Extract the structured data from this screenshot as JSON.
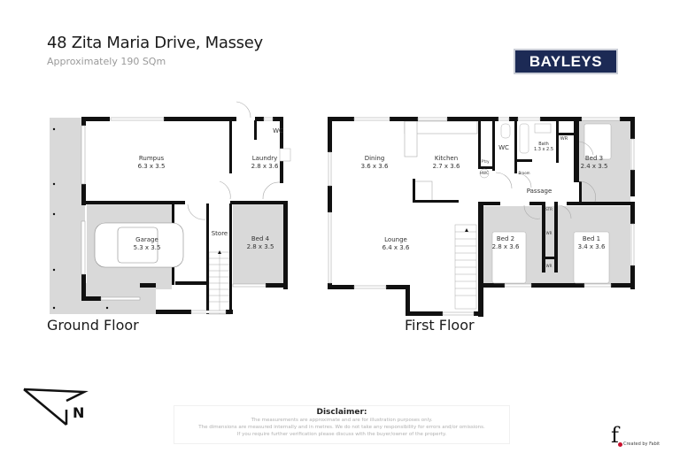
{
  "header": {
    "address": "48 Zita Maria Drive, Massey",
    "area": "Approximately 190 SQm"
  },
  "brand": {
    "logo_text": "BAYLEYS",
    "logo_bg": "#1c2a55"
  },
  "ground_floor": {
    "label": "Ground Floor",
    "rooms": [
      {
        "name": "Rumpus",
        "dims": "6.3 x 3.5"
      },
      {
        "name": "Laundry",
        "dims": "2.8 x 3.6"
      },
      {
        "name": "WC",
        "dims": ""
      },
      {
        "name": "Garage",
        "dims": "5.3 x 3.5"
      },
      {
        "name": "Store",
        "dims": ""
      },
      {
        "name": "Bed 4",
        "dims": "2.8 x 3.5"
      }
    ]
  },
  "first_floor": {
    "label": "First Floor",
    "rooms": [
      {
        "name": "Dining",
        "dims": "3.6 x 3.6"
      },
      {
        "name": "Kitchen",
        "dims": "2.7 x 3.6"
      },
      {
        "name": "Lounge",
        "dims": "6.4 x 3.6"
      },
      {
        "name": "WC",
        "dims": ""
      },
      {
        "name": "Bath",
        "dims": "1.3 x 2.5"
      },
      {
        "name": "Bed 3",
        "dims": "2.4 x 3.5"
      },
      {
        "name": "Passage",
        "dims": ""
      },
      {
        "name": "Bed 2",
        "dims": "2.8 x 3.6"
      },
      {
        "name": "Bed 1",
        "dims": "3.4 x 3.6"
      },
      {
        "name": "WR",
        "dims": ""
      },
      {
        "name": "STR",
        "dims": ""
      },
      {
        "name": "Broom",
        "dims": ""
      },
      {
        "name": "P'try",
        "dims": ""
      },
      {
        "name": "HWC",
        "dims": ""
      }
    ]
  },
  "disclaimer": {
    "title": "Disclaimer:",
    "lines": [
      "The measurements are approximate and are for illustration purposes only.",
      "The dimensions are measured internally and in metres. We do not take any responsibility for errors and/or omissions.",
      "If you require further verification please discuss with the buyer/owner of the property."
    ]
  },
  "compass": {
    "label": "N"
  },
  "credit": {
    "logo": "f",
    "text": "Created by Fabit",
    "accent": "#c8102e"
  }
}
